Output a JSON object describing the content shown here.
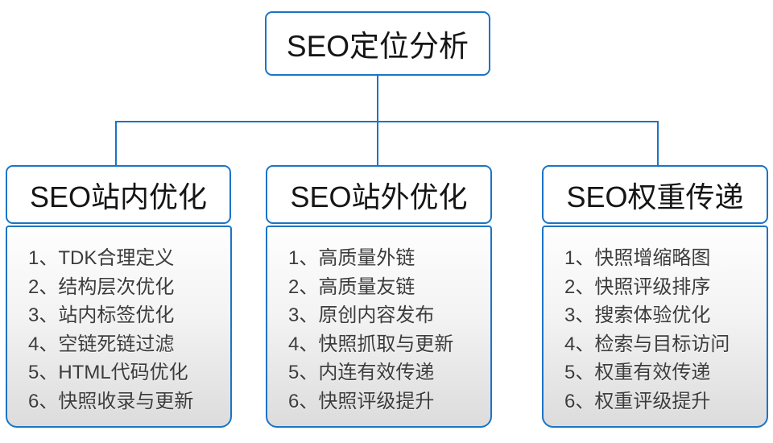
{
  "diagram": {
    "root_label": "SEO定位分析",
    "branches": [
      {
        "title": "SEO站内优化",
        "items": [
          "1、TDK合理定义",
          "2、结构层次优化",
          "3、站内标签优化",
          "4、空链死链过滤",
          "5、HTML代码优化",
          "6、快照收录与更新"
        ]
      },
      {
        "title": "SEO站外优化",
        "items": [
          "1、高质量外链",
          "2、高质量友链",
          "3、原创内容发布",
          "4、快照抓取与更新",
          "5、内连有效传递",
          "6、快照评级提升"
        ]
      },
      {
        "title": "SEO权重传递",
        "items": [
          "1、快照增缩略图",
          "2、快照评级排序",
          "3、搜索体验优化",
          "4、检索与目标访问",
          "5、权重有效传递",
          "6、权重评级提升"
        ]
      }
    ]
  },
  "colors": {
    "line_blue": "#1b74c5",
    "header_text": "#151515",
    "list_text": "#3c3c3c",
    "list_gradient_top": "#fefefe",
    "list_gradient_bottom": "#dcdcdc",
    "background": "#ffffff"
  }
}
